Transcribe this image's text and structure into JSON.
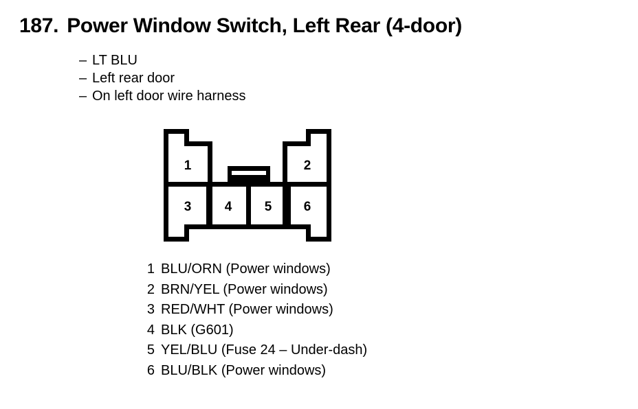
{
  "page": {
    "item_number": "187.",
    "title": "Power Window Switch, Left Rear (4-door)"
  },
  "attributes": [
    {
      "dash": "–",
      "text": "LT BLU"
    },
    {
      "dash": "–",
      "text": "Left rear door"
    },
    {
      "dash": "–",
      "text": "On left door wire harness"
    }
  ],
  "connector": {
    "name": "6-pin connector face view",
    "top_row_pins": [
      "1",
      "2"
    ],
    "bottom_row_pins": [
      "3",
      "4",
      "5",
      "6"
    ],
    "latch_label": "center-latch-tab",
    "line_color": "#000000",
    "fill_color": "#ffffff"
  },
  "pin_legend": [
    {
      "pin": "1",
      "description": "BLU/ORN (Power windows)"
    },
    {
      "pin": "2",
      "description": "BRN/YEL (Power windows)"
    },
    {
      "pin": "3",
      "description": "RED/WHT (Power windows)"
    },
    {
      "pin": "4",
      "description": "BLK (G601)"
    },
    {
      "pin": "5",
      "description": "YEL/BLU (Fuse 24 – Under-dash)"
    },
    {
      "pin": "6",
      "description": "BLU/BLK (Power windows)"
    }
  ]
}
